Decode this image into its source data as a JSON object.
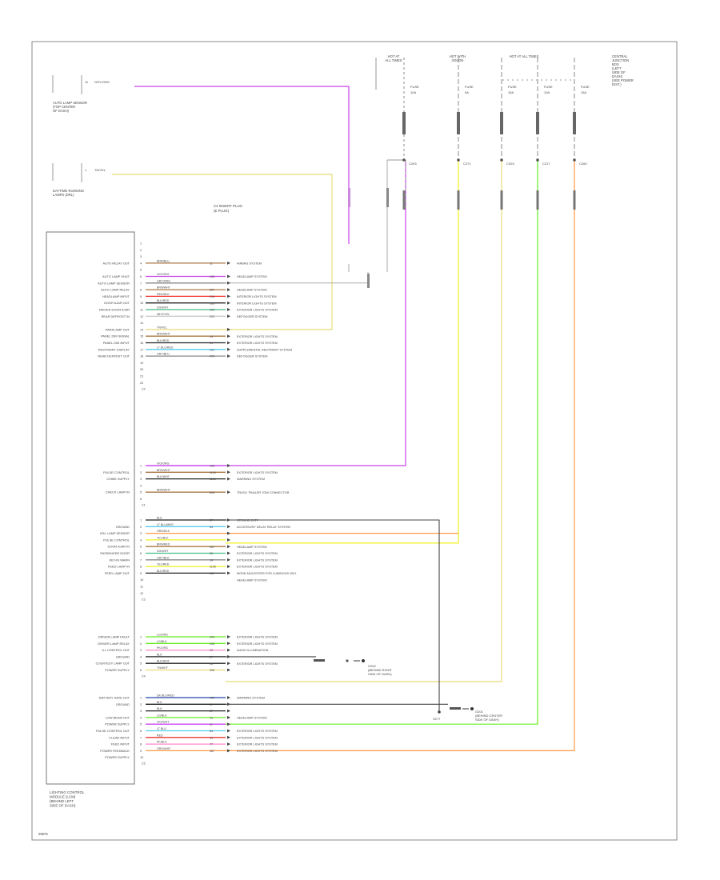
{
  "diagram": {
    "title_block": [
      "LIGHTING CONTROL",
      "MODULE (LCM)",
      "(BEHIND LEFT",
      "SIDE OF DASH)"
    ],
    "page_code": "09876",
    "top_labels": [
      {
        "lines": [
          "HOT AT",
          "ALL TIMES"
        ]
      },
      {
        "lines": [
          "HOT WITH",
          "IGN ON"
        ]
      },
      {
        "lines": [
          "HOT AT ALL TIMES"
        ]
      },
      {
        "lines": [
          "CENTRAL",
          "JUNCTION",
          "BOX",
          "(LEFT",
          "SIDE OF",
          "DASH)",
          "(SEE POWER",
          "DIST.)"
        ]
      }
    ],
    "fuses": [
      {
        "label": "FUSE",
        "rating": "10A"
      },
      {
        "label": "FUSE",
        "rating": "5A"
      },
      {
        "label": "FUSE",
        "rating": "15A"
      },
      {
        "label": "FUSE",
        "rating": "10A"
      },
      {
        "label": "FUSE",
        "rating": "15A"
      }
    ],
    "fuse_codes": [
      "C203",
      "C271",
      "C203",
      "C217",
      "C260"
    ],
    "switches": [
      {
        "pin": "11",
        "wire": "GRY/ORG",
        "lines": [
          "AUTO LAMP SENSOR",
          "(TOP CENTER",
          "OF DASH)"
        ]
      },
      {
        "pin": "1",
        "wire": "TN/YEL",
        "lines": [
          "DAYTIME RUNNING",
          "LAMPS (DRL)"
        ]
      }
    ],
    "connector_note": [
      "C4 INSERT PLUG",
      "(E PLUG)"
    ],
    "module_groups": [
      {
        "connector": "C2",
        "pins": [
          {
            "pin": "1",
            "label": "",
            "wire": "",
            "circuit": "",
            "dest": ""
          },
          {
            "pin": "2",
            "label": "",
            "wire": "",
            "circuit": "",
            "dest": ""
          },
          {
            "pin": "3",
            "label": "",
            "wire": "",
            "circuit": "",
            "dest": ""
          },
          {
            "pin": "4",
            "label": "AUTO RELAY OUT",
            "wire": "BRN/BLU",
            "circuit": "11",
            "dest": "AIRBAG SYSTEM"
          },
          {
            "pin": "5",
            "label": "",
            "wire": "",
            "circuit": "",
            "dest": ""
          },
          {
            "pin": "6",
            "label": "AUTO LAMP SHUT",
            "wire": "VIO/ORG",
            "circuit": "108",
            "dest": "HEADLAMP SYSTEM"
          },
          {
            "pin": "7",
            "label": "AUTO LAMP SENSOR",
            "wire": "GRY/ORG",
            "circuit": "",
            "dest": ""
          },
          {
            "pin": "8",
            "label": "AUTO LAMP RELAY",
            "wire": "BRN/WHT",
            "circuit": "207",
            "dest": "HEADLAMP SYSTEM"
          },
          {
            "pin": "9",
            "label": "HEADLAMP INPUT",
            "wire": "RED/BLK",
            "circuit": "218",
            "dest": "INTERIOR LIGHTS SYSTEM"
          },
          {
            "pin": "10",
            "label": "DOOR AJAR OUT",
            "wire": "BLK/RED",
            "circuit": "186",
            "dest": "INTERIOR LIGHTS SYSTEM"
          },
          {
            "pin": "11",
            "label": "DRIVER DOOR AJAR",
            "wire": "DG/WHT",
            "circuit": "109",
            "dest": "EXTERIOR LIGHTS SYSTEM"
          },
          {
            "pin": "12",
            "label": "REAR DEFROST IN",
            "wire": "WHT/YEL",
            "circuit": "222",
            "dest": "DEFOGGER SYSTEM"
          },
          {
            "pin": "13",
            "label": "",
            "wire": "",
            "circuit": "",
            "dest": ""
          },
          {
            "pin": "14",
            "label": "PARKLAMP OUT",
            "wire": "TN/YEL",
            "circuit": "",
            "dest": ""
          },
          {
            "pin": "15",
            "label": "PANEL DIM SIGNAL",
            "wire": "BRN/WHT",
            "circuit": "19",
            "dest": "EXTERIOR LIGHTS SYSTEM"
          },
          {
            "pin": "16",
            "label": "PANEL DIM INPUT",
            "wire": "BLK/RED",
            "circuit": "14",
            "dest": "EXTERIOR LIGHTS SYSTEM"
          },
          {
            "pin": "17",
            "label": "RESTRAINT DISPLAY",
            "wire": "LT BLU/RED",
            "circuit": "121",
            "dest": "SUPPLEMENTAL RESTRAINT SYSTEM"
          },
          {
            "pin": "18",
            "label": "REAR DEFROST OUT",
            "wire": "GRY/BLU",
            "circuit": "479",
            "dest": "DEFOGGER SYSTEM"
          },
          {
            "pin": "19",
            "label": "",
            "wire": "",
            "circuit": "",
            "dest": ""
          },
          {
            "pin": "20",
            "label": "",
            "wire": "",
            "circuit": "",
            "dest": ""
          },
          {
            "pin": "21",
            "label": "",
            "wire": "",
            "circuit": "",
            "dest": ""
          },
          {
            "pin": "22",
            "label": "",
            "wire": "",
            "circuit": "",
            "dest": ""
          }
        ]
      },
      {
        "connector": "C1",
        "pins": [
          {
            "pin": "1",
            "label": "",
            "wire": "VIO/ORG",
            "circuit": "108",
            "dest": ""
          },
          {
            "pin": "2",
            "label": "PULSE CONTROL",
            "wire": "BRN/WHT",
            "circuit": "1103",
            "dest": "EXTERIOR LIGHTS SYSTEM"
          },
          {
            "pin": "3",
            "label": "CHIME SUPPLY",
            "wire": "BLK/WHT",
            "circuit": "1106",
            "dest": "WARNING SYSTEM"
          },
          {
            "pin": "4",
            "label": "",
            "wire": "",
            "circuit": "",
            "dest": ""
          },
          {
            "pin": "5",
            "label": "CHECK LAMP IN",
            "wire": "BRN/WHT",
            "circuit": "528",
            "dest": "TRUCK TRAILER TOW CONNECTOR"
          },
          {
            "pin": "6",
            "label": "",
            "wire": "",
            "circuit": "",
            "dest": ""
          }
        ]
      },
      {
        "connector": "C3",
        "pins": [
          {
            "pin": "1",
            "label": "",
            "wire": "BLK",
            "circuit": "57",
            "dest": "GROUND DIST."
          },
          {
            "pin": "2",
            "label": "GROUND",
            "wire": "LT BLU/WHT",
            "circuit": "54",
            "dest": "ACCESSORY DELAY RELAY SYSTEM"
          },
          {
            "pin": "3",
            "label": "IGN. LAMP SENSOR",
            "wire": "ORG/BLK",
            "circuit": "",
            "dest": ""
          },
          {
            "pin": "4",
            "label": "PULSE CONTROL",
            "wire": "YEL/BLK",
            "circuit": "",
            "dest": ""
          },
          {
            "pin": "5",
            "label": "DOOR AJAR IN",
            "wire": "BRN/RED",
            "circuit": "537",
            "dest": "HEADLAMP SYSTEM"
          },
          {
            "pin": "6",
            "label": "PASSENGER DOOR",
            "wire": "DG/WHT",
            "circuit": "20",
            "dest": "EXTERIOR LIGHTS SYSTEM"
          },
          {
            "pin": "7",
            "label": "KEY-IN WARN",
            "wire": "GRY/BLK",
            "circuit": "14",
            "dest": "EXTERIOR LIGHTS SYSTEM"
          },
          {
            "pin": "8",
            "label": "FEED LAMP IN",
            "wire": "YEL/RED",
            "circuit": "1105",
            "dest": "EXTERIOR LIGHTS SYSTEM"
          },
          {
            "pin": "9",
            "label": "FEED LAMP OUT",
            "wire": "BLK/RED",
            "circuit": "187",
            "dest": "MODE ADJUSTERS FOR LUMINOUS VEH."
          },
          {
            "pin": "10",
            "label": "",
            "wire": "",
            "circuit": "",
            "dest": "HEADLAMP SYSTEM"
          },
          {
            "pin": "11",
            "label": "",
            "wire": "",
            "circuit": "",
            "dest": ""
          },
          {
            "pin": "12",
            "label": "",
            "wire": "",
            "circuit": "",
            "dest": ""
          }
        ]
      },
      {
        "connector": "C4",
        "pins": [
          {
            "pin": "1",
            "label": "DRIVER LAMP FAULT",
            "wire": "LG/ORG",
            "circuit": "244",
            "dest": "EXTERIOR LIGHTS SYSTEM"
          },
          {
            "pin": "2",
            "label": "DRIVER LAMP RELAY",
            "wire": "LG/BLK",
            "circuit": "245",
            "dest": "EXTERIOR LIGHTS SYSTEM"
          },
          {
            "pin": "3",
            "label": "ILL CONTROL OUT",
            "wire": "PK/ORG",
            "circuit": "23",
            "dest": "AUDIO ILLUMINATION"
          },
          {
            "pin": "4",
            "label": "GROUND",
            "wire": "BLK",
            "circuit": "57",
            "dest": ""
          },
          {
            "pin": "5",
            "label": "COURTESY LAMP OUT",
            "wire": "BLK/WHT",
            "circuit": "26",
            "dest": "EXTERIOR LIGHTS SYSTEM"
          },
          {
            "pin": "6",
            "label": "POWER SUPPLY",
            "wire": "TN/WHT",
            "circuit": "395",
            "dest": ""
          }
        ]
      },
      {
        "connector": "C5",
        "pins": [
          {
            "pin": "1",
            "label": "BATTERY SAVE OUT",
            "wire": "DK BLU/RED",
            "circuit": "449",
            "dest": "WARNING SYSTEM"
          },
          {
            "pin": "2",
            "label": "GROUND",
            "wire": "BLK",
            "circuit": "57",
            "dest": ""
          },
          {
            "pin": "3",
            "label": "",
            "wire": "BLK",
            "circuit": "57",
            "dest": ""
          },
          {
            "pin": "4",
            "label": "LOW BEAM OUT",
            "wire": "LG/BLK",
            "circuit": "13",
            "dest": "HEADLAMP SYSTEM"
          },
          {
            "pin": "5",
            "label": "POWER SUPPLY",
            "wire": "VIO/WHT",
            "circuit": "37",
            "dest": ""
          },
          {
            "pin": "6",
            "label": "PULSE CONTROL OUT",
            "wire": "LT BLU",
            "circuit": "54",
            "dest": "EXTERIOR LIGHTS SYSTEM"
          },
          {
            "pin": "7",
            "label": "CLEAR INPUT",
            "wire": "RED",
            "circuit": "13",
            "dest": "EXTERIOR LIGHTS SYSTEM"
          },
          {
            "pin": "8",
            "label": "FEED INPUT",
            "wire": "PK/BLK",
            "circuit": "77",
            "dest": "EXTERIOR LIGHTS SYSTEM"
          },
          {
            "pin": "9",
            "label": "POWER FEEDBACK",
            "wire": "ORG/WHT",
            "circuit": "387",
            "dest": "EXTERIOR LIGHTS SYSTEM"
          },
          {
            "pin": "10",
            "label": "POWER SUPPLY",
            "wire": "",
            "circuit": "",
            "dest": ""
          }
        ]
      }
    ],
    "grounds": [
      {
        "code": "G202",
        "lines": [
          "G202",
          "(BEHIND RIGHT",
          "SIDE OF DASH)"
        ]
      },
      {
        "code": "G201",
        "lines": [
          "G201",
          "(BEHIND CENTER",
          "SIDE OF DASH)"
        ]
      }
    ],
    "splice": "S277",
    "colors": {
      "violet": "#cc44ee",
      "tan_yellow": "#e8dc78",
      "yellow": "#f0f020",
      "light_green": "#66ee22",
      "orange": "#ff9944",
      "blue": "#3344bb",
      "gray": "#888888",
      "black": "#222222"
    }
  }
}
